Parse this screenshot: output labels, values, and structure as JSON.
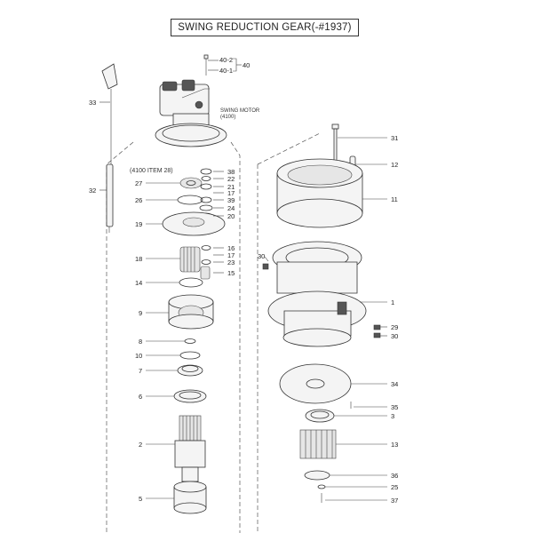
{
  "title": "SWING REDUCTION GEAR(-#1937)",
  "motor_label": [
    "SWING MOTOR",
    "(4100)"
  ],
  "item_note": "(4100 ITEM 28)",
  "callouts": {
    "p40_2": "40-2",
    "p40_1": "40-1",
    "p40": "40",
    "p33": "33",
    "p32": "32",
    "p38": "38",
    "p22": "22",
    "p21": "21",
    "p17a": "17",
    "p39": "39",
    "p24": "24",
    "p20": "20",
    "p27": "27",
    "p26": "26",
    "p19": "19",
    "p16": "16",
    "p17b": "17",
    "p23": "23",
    "p15": "15",
    "p18": "18",
    "p14": "14",
    "p9": "9",
    "p8": "8",
    "p10": "10",
    "p7": "7",
    "p6": "6",
    "p2": "2",
    "p5": "5",
    "p31": "31",
    "p12": "12",
    "p11": "11",
    "p30a": "30",
    "p1": "1",
    "p29": "29",
    "p30b": "30",
    "p34": "34",
    "p35": "35",
    "p3": "3",
    "p13": "13",
    "p36": "36",
    "p25": "25",
    "p37": "37"
  }
}
